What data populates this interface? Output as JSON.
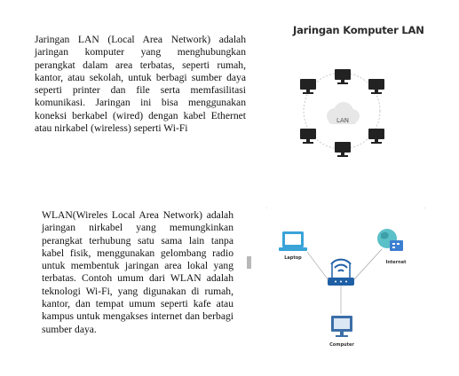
{
  "lan": {
    "paragraph": "Jaringan LAN (Local Area Network) adalah jaringan komputer yang menghubungkan perangkat dalam area terbatas, seperti rumah, kantor, atau sekolah, untuk berbagi sumber daya seperti printer dan file serta memfasilitasi komunikasi. Jaringan ini bisa menggunakan koneksi berkabel (wired) dengan kabel Ethernet atau nirkabel (wireless) seperti Wi-Fi",
    "diagram_title": "Jaringan Komputer LAN",
    "cloud_label": "LAN",
    "monitor_icon": "monitor-icon",
    "cloud_icon": "cloud-icon"
  },
  "wlan": {
    "paragraph": "WLAN(Wireles Local Area Network) adalah jaringan nirkabel yang memungkinkan perangkat terhubung satu sama lain tanpa kabel fisik, menggunakan gelombang radio untuk membentuk jaringan area lokal yang terbatas. Contoh umum dari WLAN adalah teknologi Wi-Fi, yang digunakan di rumah, kantor, dan tempat umum seperti kafe atau kampus untuk mengakses internet dan berbagi sumber daya.",
    "laptop_label": "Laptop",
    "internet_label": "Internet",
    "computer_label": "Computer",
    "router_icon": "wifi-router-icon",
    "laptop_icon": "laptop-icon",
    "internet_icon": "globe-icon",
    "computer_icon": "desktop-computer-icon"
  },
  "colors": {
    "monitor_dark": "#222222",
    "ring": "#bbbbbb",
    "cloud": "#e7e7e7",
    "laptop": "#3aa3d8",
    "router": "#1f5fa6",
    "globe": "#5bc0c8",
    "globe_panel": "#3d7fd1",
    "computer": "#3b6ea8"
  }
}
